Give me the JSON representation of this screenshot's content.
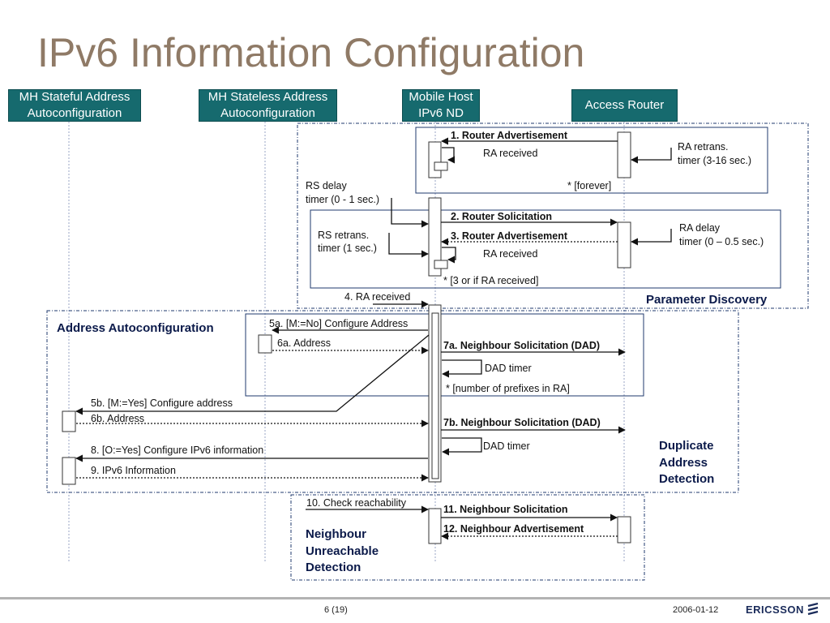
{
  "title": "IPv6 Information Configuration",
  "lanes": {
    "stateful": "MH Stateful Address\nAutoconfiguration",
    "stateless": "MH Stateless Address\nAutoconfiguration",
    "host": "Mobile Host\nIPv6 ND",
    "router": "Access Router"
  },
  "messages": {
    "m1": "1. Router Advertisement",
    "ra_received_1": "RA received",
    "ra_retrans_1": "RA retrans.",
    "ra_retrans_2": "timer (3-16 sec.)",
    "forever": "* [forever]",
    "rs_delay_1": "RS delay",
    "rs_delay_2": "timer (0 - 1 sec.)",
    "m2": "2. Router Solicitation",
    "ra_delay_1": "RA delay",
    "ra_delay_2": "timer (0 – 0.5 sec.)",
    "rs_retrans_1": "RS retrans.",
    "rs_retrans_2": "timer (1 sec.)",
    "m3": "3. Router Advertisement",
    "ra_received_2": "RA received",
    "three_or": "* [3 or if RA received]",
    "m4": "4. RA received",
    "m5a": "5a. [M:=No] Configure Address",
    "m6a": "6a. Address",
    "m7a": "7a. Neighbour Solicitation (DAD)",
    "dad_timer_1": "DAD timer",
    "num_prefixes": "* [number of prefixes in RA]",
    "m5b": "5b. [M:=Yes] Configure address",
    "m6b": "6b. Address",
    "m7b": "7b. Neighbour Solicitation (DAD)",
    "dad_timer_2": "DAD timer",
    "m8": "8. [O:=Yes] Configure IPv6 information",
    "m9": "9. IPv6 Information",
    "m10": "10. Check reachability",
    "m11": "11. Neighbour Solicitation",
    "m12": "12. Neighbour Advertisement"
  },
  "sections": {
    "parameter_discovery": "Parameter Discovery",
    "address_autoconf": "Address Autoconfiguration",
    "dad_1": "Duplicate",
    "dad_2": "Address",
    "dad_3": "Detection",
    "nud_1": "Neighbour",
    "nud_2": "Unreachable",
    "nud_3": "Detection"
  },
  "footer": {
    "page": "6 (19)",
    "date": "2006-01-12",
    "logo": "ERICSSON"
  },
  "colors": {
    "lane_header": "#166a6e",
    "title": "#8f7a66",
    "frame": "#1f3a6e"
  }
}
